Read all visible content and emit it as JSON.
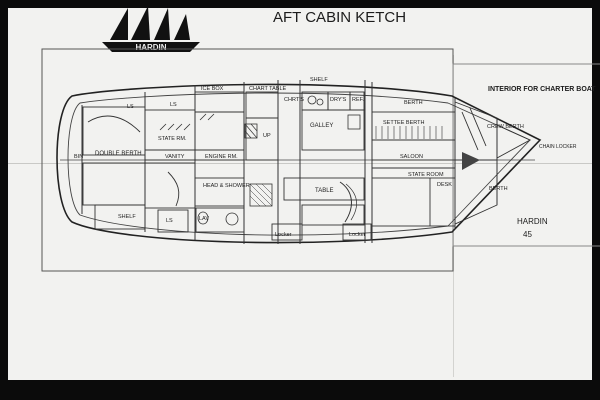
{
  "title": "AFT CABIN KETCH",
  "logo_text": "HARDIN",
  "subtitle": "INTERIOR FOR CHARTER BOAT",
  "builder_mark": {
    "name": "HARDIN",
    "model": "45"
  },
  "room_labels": {
    "ice_box": "ICE BOX",
    "chart_table": "CHART TABLE",
    "shelf_top": "SHELF",
    "ref": "REF.",
    "galley": "GALLEY",
    "berth_fwd": "BERTH",
    "crew_berth": "CREW BERTH",
    "chain_locker": "CHAIN LOCKER",
    "double_berth": "DOUBLE BERTH",
    "state_rm": "STATE RM.",
    "vanity": "VANITY",
    "engine_rm": "ENGINE RM.",
    "settee_berth": "SETTEE BERTH",
    "saloon": "SALOON",
    "state_room": "STATE ROOM",
    "desk": "DESK",
    "berth_stbd": "BERTH",
    "head_shower": "HEAD & SHOWER",
    "table": "TABLE",
    "shelf_bottom": "SHELF",
    "lav": "LAV",
    "locker_1": "Locker",
    "locker_2": "Locker",
    "ls_1": "LS",
    "ls_2": "LS",
    "ls_3": "LS",
    "bin": "BIN",
    "chrt": "CHRT'S",
    "dry": "DRY'S",
    "up": "UP"
  }
}
